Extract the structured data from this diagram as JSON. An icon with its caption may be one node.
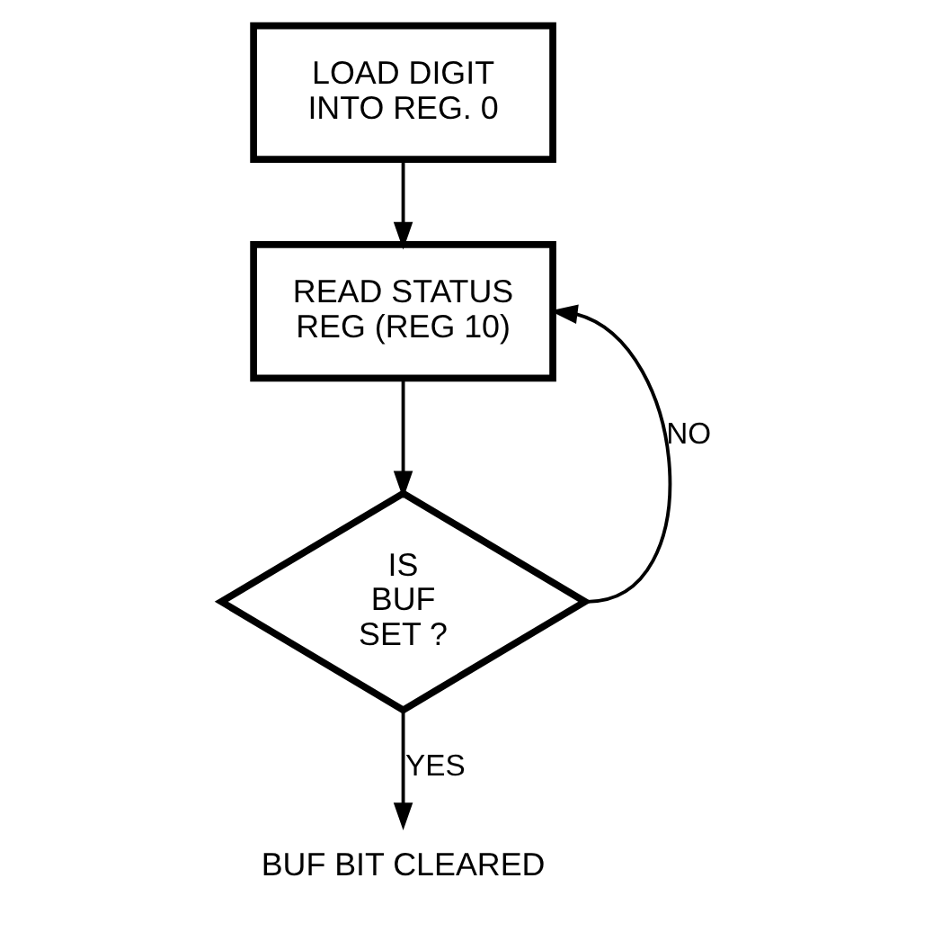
{
  "diagram": {
    "nodes": [
      {
        "text": [
          "LOAD DIGIT INTO REG. 0"
        ]
      },
      {
        "text": [
          "READ STATUS REG (REG 10)"
        ]
      },
      {
        "text": [
          "IS BUF SET ?"
        ]
      },
      {
        "text": [
          "BUF BIT CLEARED"
        ]
      }
    ],
    "edges": [
      {
        "from": 0,
        "to": 1,
        "arrow": "to"
      },
      {
        "from": 1,
        "to": 2,
        "arrow": "to"
      },
      {
        "from": 2,
        "to": 1,
        "arrow": "to",
        "label": "NO"
      },
      {
        "from": 2,
        "to": 3,
        "arrow": "to",
        "label": "YES"
      }
    ]
  }
}
